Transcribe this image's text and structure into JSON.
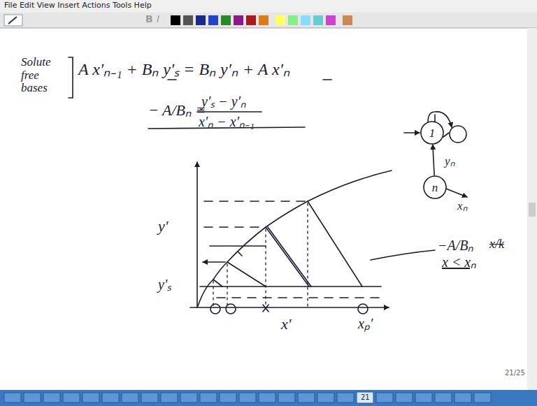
{
  "diagram": {
    "nodes": [
      {
        "text": [
          "1"
        ]
      },
      {
        "text": [
          "n"
        ]
      }
    ],
    "edges": [
      {
        "from": 1,
        "to": 0,
        "arrow": "to"
      }
    ],
    "labels": [
      "File Edit View Insert Actions Tools Help",
      "B",
      "I",
      "Solute free bases",
      "A x′ₙ₋₁ + Bₙ y′ₛ = Bₙ y′ₙ + A x′ₙ",
      "− A/Bₙ ≡",
      "y′ₛ − y′ₙ",
      "x′ₙ − x′ₙ₋₁",
      "y′",
      "y′ₛ",
      "x′",
      "xₚ′",
      "yₙ",
      "xₙ",
      "−A/Bₙ",
      "x/k",
      "x < xₙ",
      "21/25",
      "21"
    ]
  }
}
